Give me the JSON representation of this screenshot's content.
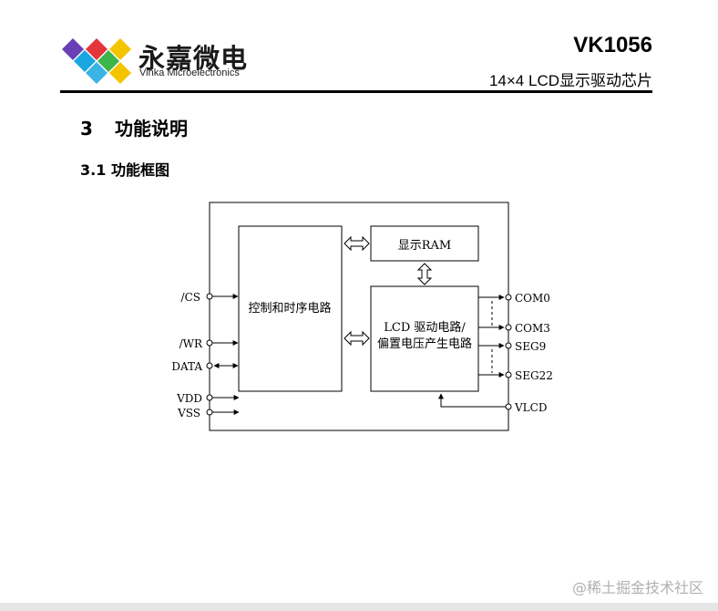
{
  "header": {
    "brand_cn": "永嘉微电",
    "brand_en": "Vinka Microelectronics",
    "model": "VK1056",
    "subtitle": "14×4  LCD显示驱动芯片"
  },
  "section": {
    "number": "3",
    "title": "功能说明"
  },
  "subsection": {
    "number": "3.1",
    "title": "功能框图"
  },
  "diagram": {
    "control_block": "控制和时序电路",
    "ram_block": "显示RAM",
    "driver_block_line1": "LCD 驱动电路/",
    "driver_block_line2": "偏置电压产生电路",
    "pins_left": [
      "/CS",
      "/WR",
      "DATA",
      "VDD",
      "VSS"
    ],
    "pins_right": [
      "COM0",
      "COM3",
      "SEG9",
      "SEG22",
      "VLCD"
    ]
  },
  "watermark": "@稀土掘金技术社区",
  "colors": {
    "logo_purple": "#6a3fb5",
    "logo_blue": "#1aa6e0",
    "logo_green": "#3cb54a",
    "logo_yellow": "#f5c400",
    "logo_red": "#e2363b"
  }
}
